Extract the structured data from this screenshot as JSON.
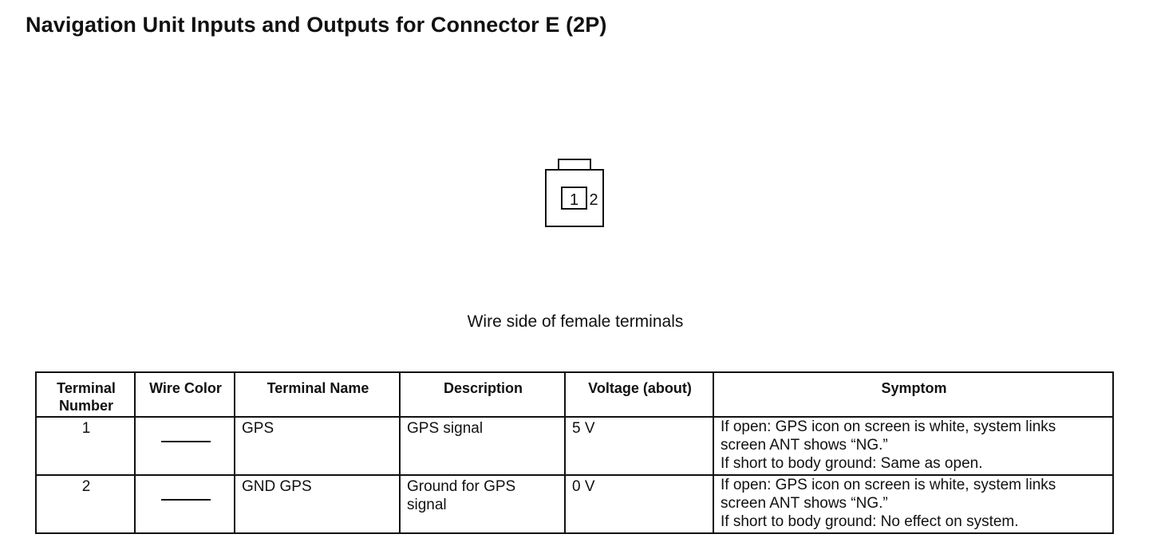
{
  "title": "Navigation Unit Inputs and Outputs for Connector E (2P)",
  "connector": {
    "terminal_1": "1",
    "terminal_2": "2"
  },
  "caption": "Wire side of female terminals",
  "table": {
    "headers": {
      "terminal_number_line1": "Terminal",
      "terminal_number_line2": "Number",
      "wire_color": "Wire Color",
      "terminal_name": "Terminal Name",
      "description": "Description",
      "voltage": "Voltage (about)",
      "symptom": "Symptom"
    },
    "rows": [
      {
        "terminal": "1",
        "wire_color": "",
        "terminal_name": "GPS",
        "description": "GPS signal",
        "voltage": "5 V",
        "symptom_line1": "If open: GPS icon on screen is white, system links",
        "symptom_line2": "screen ANT shows “NG.”",
        "symptom_line3": "If short to body ground: Same as open."
      },
      {
        "terminal": "2",
        "wire_color": "",
        "terminal_name": "GND GPS",
        "description": "Ground for GPS signal",
        "voltage": "0 V",
        "symptom_line1": "If open: GPS icon on screen is white, system links",
        "symptom_line2": "screen ANT shows “NG.”",
        "symptom_line3": "If short to body ground: No effect on system."
      }
    ]
  }
}
